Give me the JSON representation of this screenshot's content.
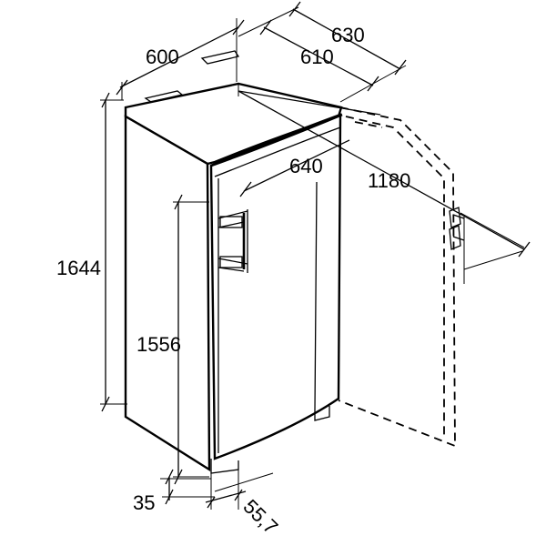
{
  "dimensions": {
    "total_height": "1644",
    "door_height": "1556",
    "width": "600",
    "depth_overall": "630",
    "depth_body": "610",
    "depth_with_door": "640",
    "depth_door_open": "1180",
    "foot_height": "35",
    "foot_offset": "55,7"
  }
}
